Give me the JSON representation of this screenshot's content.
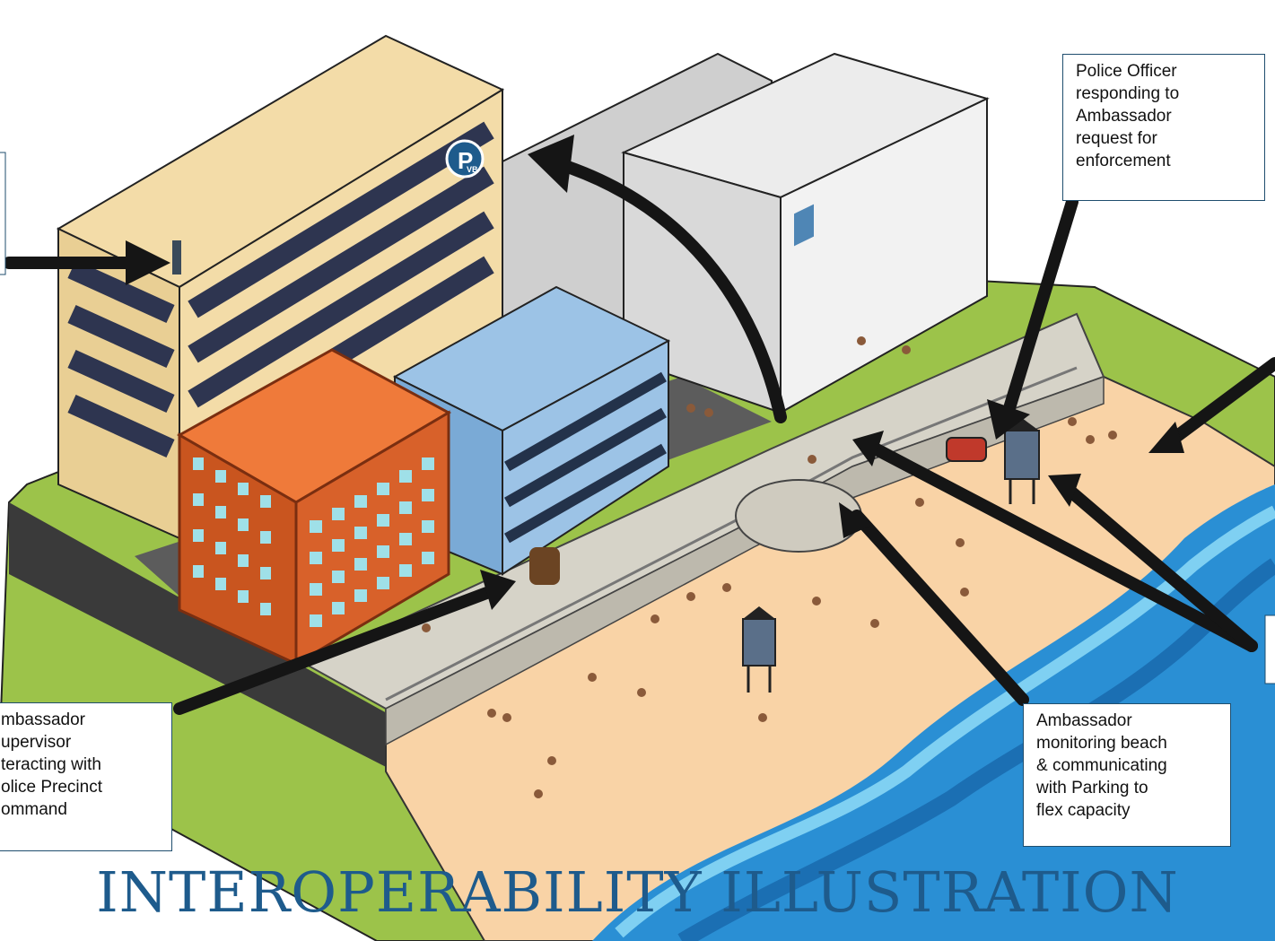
{
  "title": "INTEROPERABILITY ILLUSTRATION",
  "callouts": {
    "police_officer": "Police Officer\nresponding to\nAmbassador\nrequest for\nenforcement",
    "supervisor": "mbassador\nupervisor\nteracting with\nolice Precinct\nommand",
    "ambassador_monitoring": "Ambassador\nmonitoring beach\n& communicating\nwith Parking to\nflex capacity"
  },
  "logo": {
    "letter": "P",
    "sub": "VB"
  },
  "colors": {
    "title": "#1e5b8c",
    "sand": "#f9d3a6",
    "ocean": "#2a8fd4",
    "parking_building": "#f3dca8",
    "orange_building": "#ef7a3a",
    "blue_building": "#9cc3e6",
    "arrow": "#151515"
  }
}
